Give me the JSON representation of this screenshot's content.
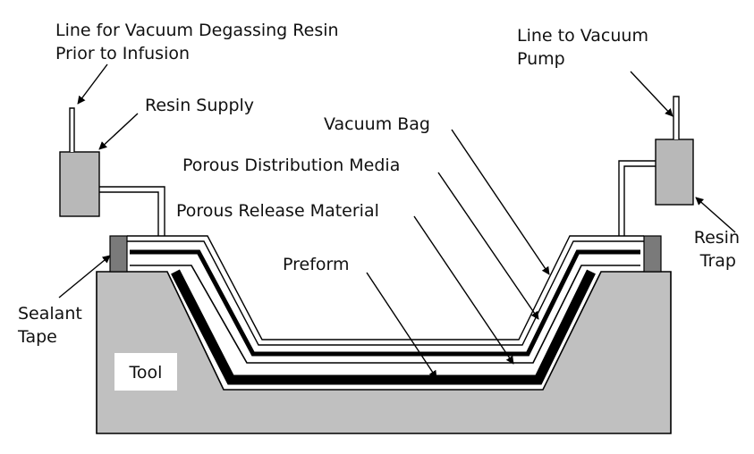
{
  "labels": {
    "degas_line": [
      "Line for Vacuum Degassing Resin",
      "Prior to Infusion"
    ],
    "resin_supply": "Resin Supply",
    "vacuum_bag": "Vacuum Bag",
    "distribution_media": "Porous Distribution Media",
    "release_material": "Porous Release Material",
    "preform": "Preform",
    "sealant_tape": [
      "Sealant",
      "Tape"
    ],
    "tool": "Tool",
    "vacuum_line": [
      "Line to Vacuum",
      "Pump"
    ],
    "resin_trap": [
      "Resin",
      "Trap"
    ]
  },
  "colors": {
    "tool_fill": "#c0c0c0",
    "component_fill": "#b8b8b8",
    "sealant_fill": "#7a7a7a",
    "outline": "#000000",
    "background": "#ffffff"
  }
}
